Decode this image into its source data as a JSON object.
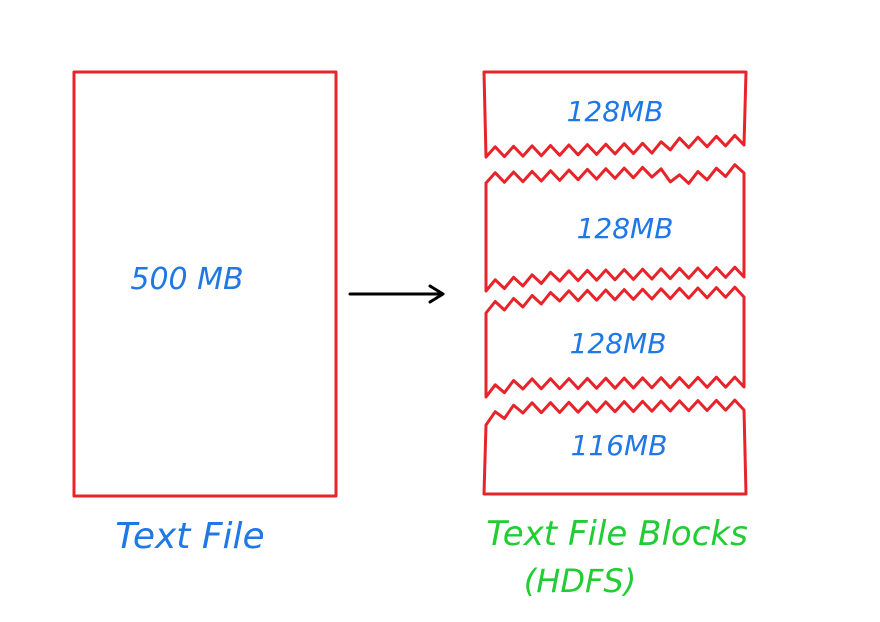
{
  "source": {
    "size_label": "500 MB",
    "caption": "Text File"
  },
  "blocks": [
    {
      "label": "128MB"
    },
    {
      "label": "128MB"
    },
    {
      "label": "128MB"
    },
    {
      "label": "116MB"
    }
  ],
  "target": {
    "caption_line1": "Text File Blocks",
    "caption_line2": "(HDFS)"
  },
  "colors": {
    "outline": "#e8232a",
    "label": "#1f78e6",
    "caption_left": "#1f78e6",
    "caption_right": "#22cc33",
    "arrow": "#000000"
  }
}
